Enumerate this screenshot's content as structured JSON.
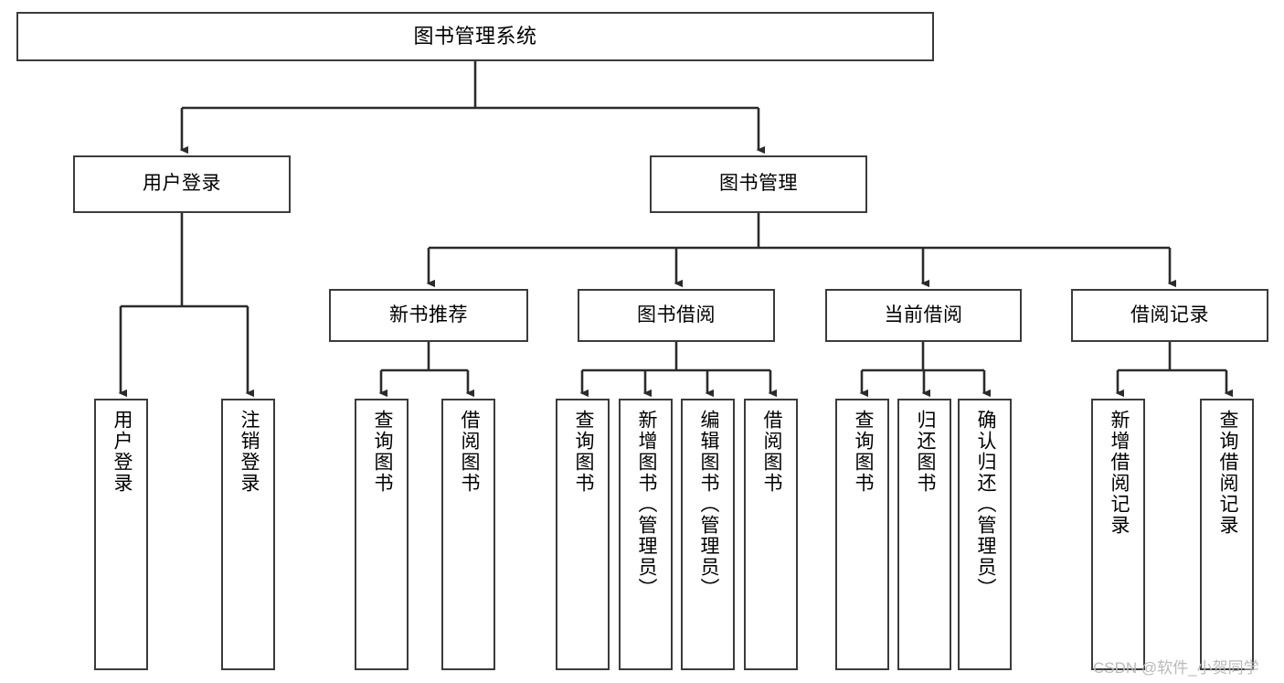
{
  "diagram": {
    "title": "图书管理系统",
    "type": "hierarchy-tree",
    "watermark": "CSDN @软件_小贺同学",
    "colors": {
      "box_border": "#3b3b3b",
      "box_fill": "#ffffff",
      "link": "#2b2b2b",
      "text": "#000000",
      "watermark": "#b9b9b9"
    },
    "nodes": {
      "root": {
        "label": "图书管理系统",
        "level": 1,
        "orientation": "horizontal"
      },
      "l2_0": {
        "label": "用户登录",
        "level": 2,
        "orientation": "horizontal"
      },
      "l2_1": {
        "label": "图书管理",
        "level": 2,
        "orientation": "horizontal"
      },
      "l3_0": {
        "label": "新书推荐",
        "level": 3,
        "orientation": "horizontal"
      },
      "l3_1": {
        "label": "图书借阅",
        "level": 3,
        "orientation": "horizontal"
      },
      "l3_2": {
        "label": "当前借阅",
        "level": 3,
        "orientation": "horizontal"
      },
      "l3_3": {
        "label": "借阅记录",
        "level": 3,
        "orientation": "horizontal"
      },
      "leaf_0": {
        "label": "用户登录",
        "level": 4,
        "orientation": "vertical",
        "parent": "用户登录"
      },
      "leaf_1": {
        "label": "注销登录",
        "level": 4,
        "orientation": "vertical",
        "parent": "用户登录"
      },
      "leaf_2": {
        "label": "查询图书",
        "level": 4,
        "orientation": "vertical",
        "parent": "新书推荐"
      },
      "leaf_3": {
        "label": "借阅图书",
        "level": 4,
        "orientation": "vertical",
        "parent": "新书推荐"
      },
      "leaf_4": {
        "label": "查询图书",
        "level": 4,
        "orientation": "vertical",
        "parent": "图书借阅"
      },
      "leaf_5": {
        "label": "新增图书（管理员）",
        "level": 4,
        "orientation": "vertical",
        "parent": "图书借阅"
      },
      "leaf_6": {
        "label": "编辑图书（管理员）",
        "level": 4,
        "orientation": "vertical",
        "parent": "图书借阅"
      },
      "leaf_7": {
        "label": "借阅图书",
        "level": 4,
        "orientation": "vertical",
        "parent": "图书借阅"
      },
      "leaf_8": {
        "label": "查询图书",
        "level": 4,
        "orientation": "vertical",
        "parent": "当前借阅"
      },
      "leaf_9": {
        "label": "归还图书",
        "level": 4,
        "orientation": "vertical",
        "parent": "当前借阅"
      },
      "leaf_10": {
        "label": "确认归还（管理员）",
        "level": 4,
        "orientation": "vertical",
        "parent": "当前借阅"
      },
      "leaf_11": {
        "label": "新增借阅记录",
        "level": 4,
        "orientation": "vertical",
        "parent": "借阅记录"
      },
      "leaf_12": {
        "label": "查询借阅记录",
        "level": 4,
        "orientation": "vertical",
        "parent": "借阅记录"
      }
    }
  }
}
